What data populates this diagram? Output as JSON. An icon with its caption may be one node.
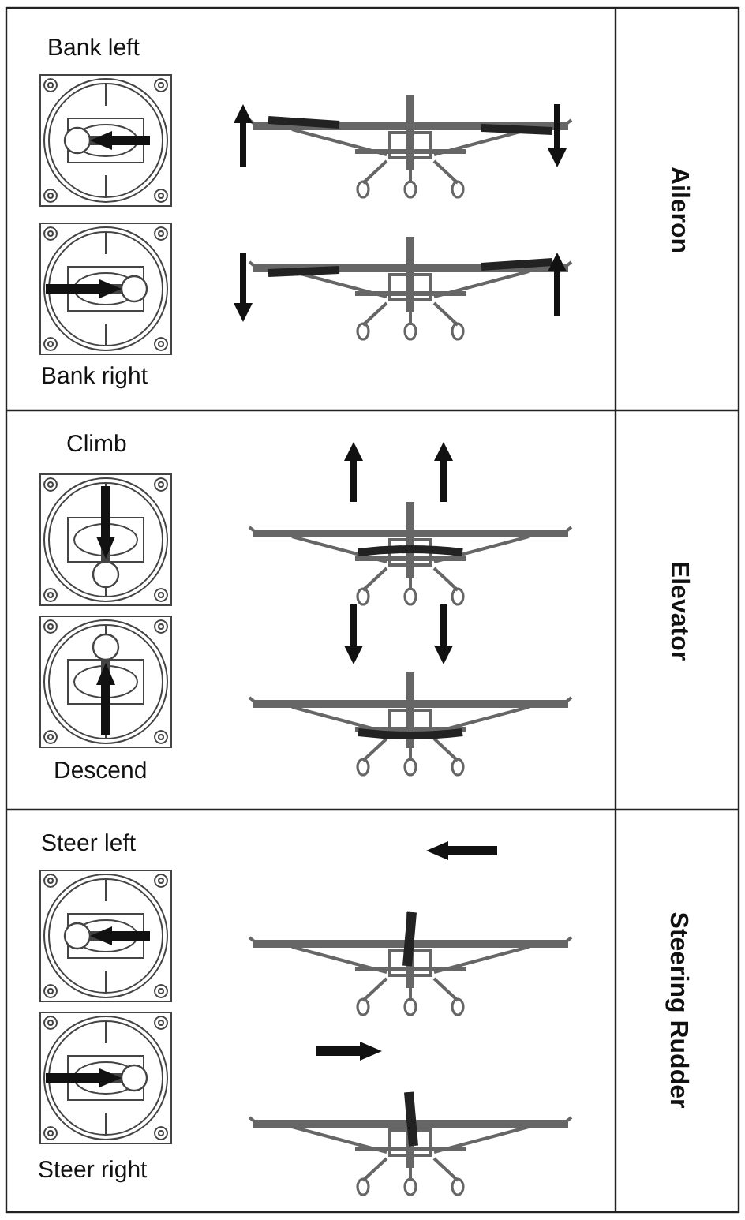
{
  "diagram": {
    "labels": [
      "Bank left",
      "Bank right",
      "Aileron",
      "Climb",
      "Descend",
      "Elevator",
      "Steer left",
      "Steer right",
      "Steering Rudder"
    ]
  }
}
